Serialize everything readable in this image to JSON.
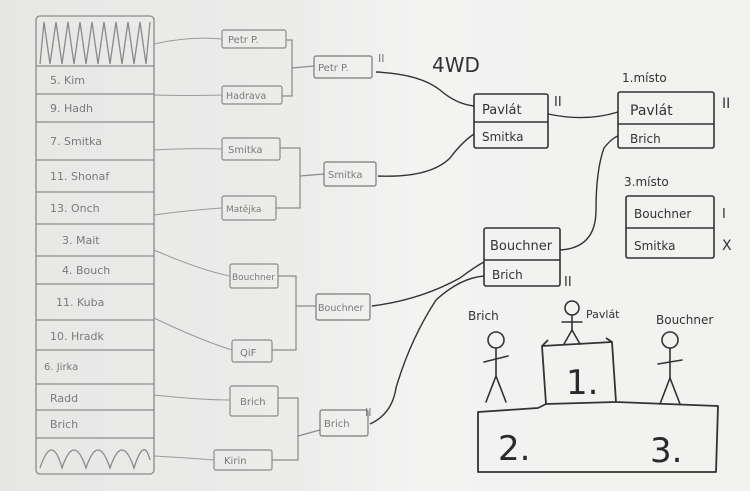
{
  "roster": [
    "5. Kim",
    "9. Hadh",
    "7. Smitka",
    "11. Shonaf",
    "13. Onch",
    "3. Mait",
    "4. Bouch",
    "11. Kuba",
    "10. Hradk",
    "6. Jirka",
    "Radd",
    "Brich"
  ],
  "round1": [
    "Petr P.",
    "Hadrava",
    "Smitka",
    "Matějka",
    "Bouchner",
    "QiF",
    "Brich",
    "Kirin"
  ],
  "round2": [
    {
      "name": "Petr P.",
      "mark": "II"
    },
    {
      "name": "Smitka",
      "mark": ""
    },
    {
      "name": "Bouchner",
      "mark": ""
    },
    {
      "name": "Brich",
      "mark": "II"
    }
  ],
  "final_title": "4WD",
  "semifinal1": {
    "top": "Pavlát",
    "top_mark": "II",
    "bottom": "Smitka"
  },
  "semifinal2": {
    "top": "Bouchner",
    "bottom": "Brich",
    "bottom_mark": "II"
  },
  "first_place": {
    "title": "1.místo",
    "top": "Pavlát",
    "top_mark": "II",
    "bottom": "Brich"
  },
  "third_place": {
    "title": "3.místo",
    "top": "Bouchner",
    "top_mark": "I",
    "bottom": "Smitka",
    "bottom_mark": "X"
  },
  "podium": {
    "first_name": "Pavlát",
    "second_name": "Brich",
    "third_name": "Bouchner",
    "first_num": "1.",
    "second_num": "2.",
    "third_num": "3."
  }
}
